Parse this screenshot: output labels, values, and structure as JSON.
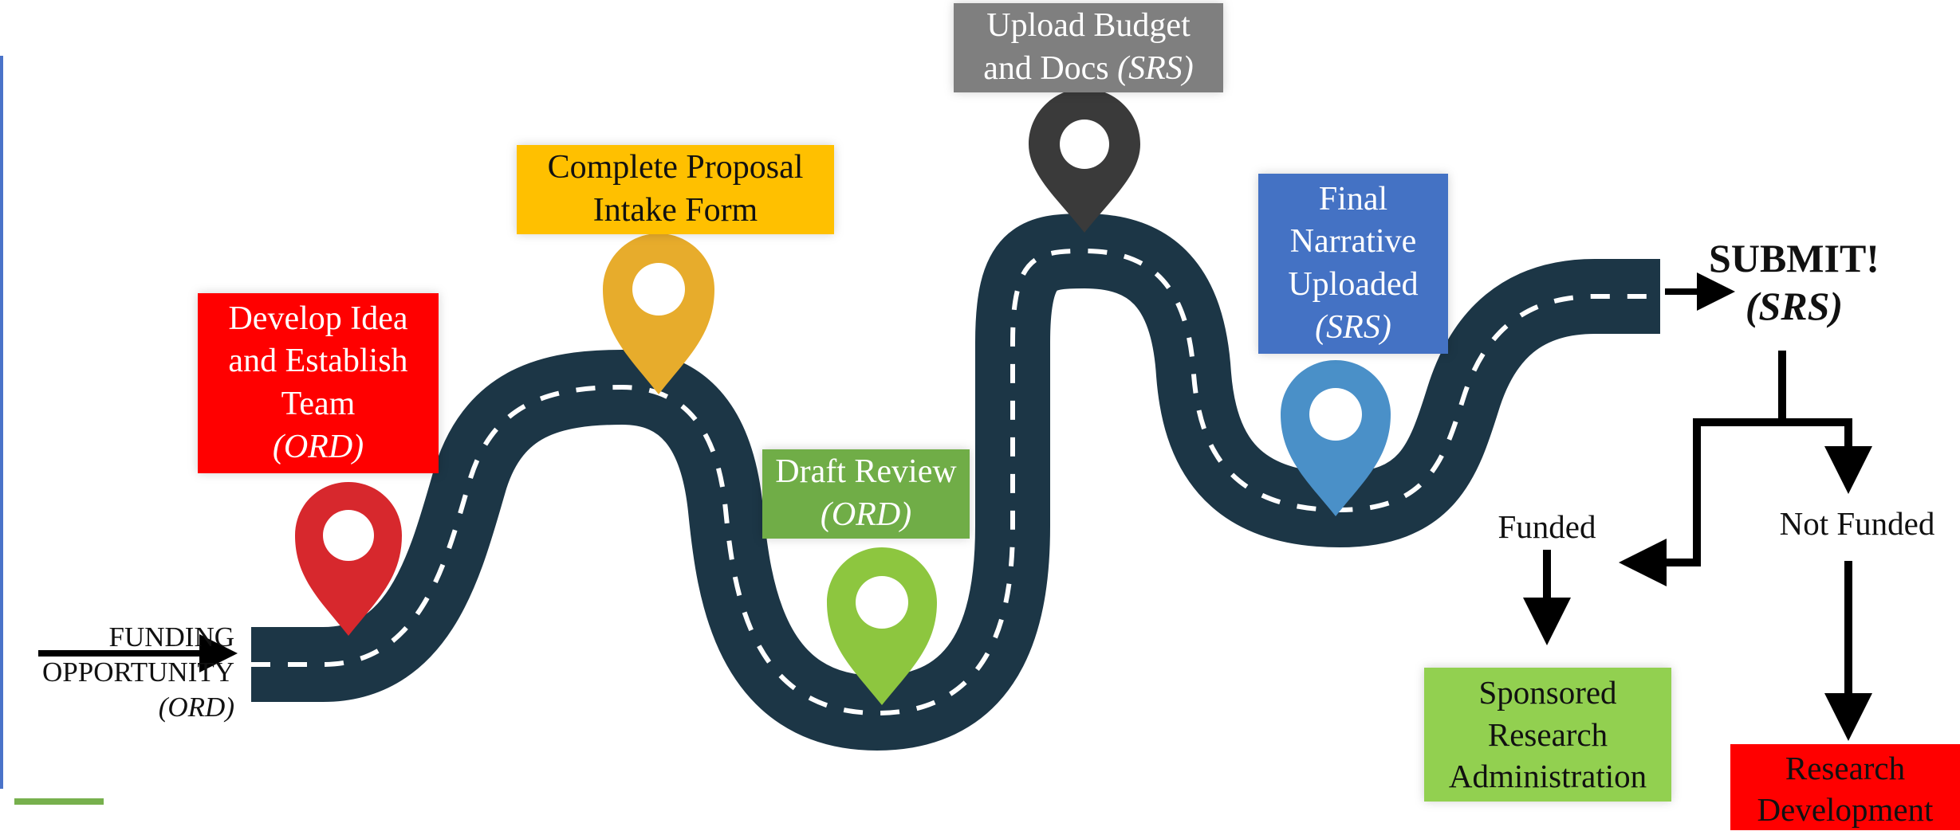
{
  "colors": {
    "road": "#1c3646",
    "road_dash": "#ffffff",
    "arrow": "#000000",
    "left_rule": "#4a73c9",
    "bottom_rule": "#77b04d",
    "red": "#ff0000",
    "yellow": "#ffc000",
    "gray": "#7f7f7f",
    "olive_green": "#70ad47",
    "blue": "#4472c4",
    "light_green": "#92d050"
  },
  "start": {
    "line1": "FUNDING",
    "line2": "OPPORTUNITY",
    "line3": "(ORD)"
  },
  "steps": [
    {
      "id": "develop",
      "lines": [
        "Develop Idea",
        "and Establish",
        "Team"
      ],
      "owner": "(ORD)",
      "box_color": "#ff0000",
      "text_color": "#ffffff",
      "pin_color": "#d7282d",
      "pin_icon": "map-pin-icon"
    },
    {
      "id": "intake",
      "lines": [
        "Complete Proposal",
        "Intake Form"
      ],
      "owner": "",
      "box_color": "#ffc000",
      "text_color": "#111111",
      "pin_color": "#e7ac2c",
      "pin_icon": "map-pin-icon"
    },
    {
      "id": "draft",
      "lines": [
        "Draft Review"
      ],
      "owner": "(ORD)",
      "box_color": "#70ad47",
      "text_color": "#ffffff",
      "pin_color": "#8dc63f",
      "pin_icon": "map-pin-icon"
    },
    {
      "id": "upload",
      "lines": [
        "Upload Budget",
        "and Docs"
      ],
      "owner": "(SRS)",
      "box_color": "#7f7f7f",
      "text_color": "#ffffff",
      "pin_color": "#3a3a3a",
      "pin_icon": "map-pin-icon"
    },
    {
      "id": "final",
      "lines": [
        "Final",
        "Narrative",
        "Uploaded"
      ],
      "owner": "(SRS)",
      "box_color": "#4472c4",
      "text_color": "#ffffff",
      "pin_color": "#4a90c8",
      "pin_icon": "map-pin-icon"
    }
  ],
  "submit": {
    "label": "SUBMIT!",
    "owner": "(SRS)"
  },
  "outcomes": {
    "funded": "Funded",
    "not_funded": "Not Funded"
  },
  "destinations": {
    "funded": {
      "lines": [
        "Sponsored",
        "Research",
        "Administration"
      ],
      "box_color": "#92d050",
      "text_color": "#111111"
    },
    "not_funded": {
      "lines": [
        "Research",
        "Development"
      ],
      "box_color": "#ff0000",
      "text_color": "#111111"
    }
  }
}
